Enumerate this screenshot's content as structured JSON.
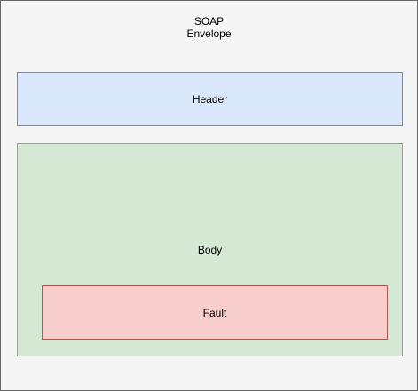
{
  "envelope": {
    "label": "SOAP\nEnvelope",
    "fill": "#f5f5f5",
    "stroke": "#666666"
  },
  "header": {
    "label": "Header",
    "fill": "#dae8fc",
    "stroke": "#6c8ebf"
  },
  "body": {
    "label": "Body",
    "fill": "#d5e8d4",
    "stroke": "#82b366"
  },
  "fault": {
    "label": "Fault",
    "fill": "#f8cecc",
    "stroke": "#b85450"
  }
}
